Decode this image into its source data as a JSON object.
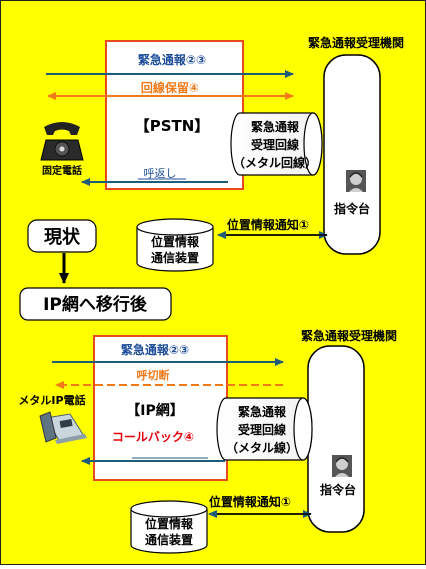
{
  "top": {
    "agency_title": "緊急通報受理機関",
    "emergency_call": "緊急通報②③",
    "line_hold": "回線保留④",
    "network_label": "【PSTN】",
    "callback": "呼返し",
    "trunk_line1": "緊急通報",
    "trunk_line2": "受理回線",
    "trunk_line3": "（メタル回線）",
    "phone_label": "固定電話",
    "command_label": "指令台",
    "location_notify": "位置情報通知①",
    "location_device_line1": "位置情報",
    "location_device_line2": "通信装置"
  },
  "transition": {
    "current": "現状",
    "after": "IP網へ移行後"
  },
  "bottom": {
    "agency_title": "緊急通報受理機関",
    "emergency_call": "緊急通報②③",
    "call_disconnect": "呼切断",
    "network_label": "【IP網】",
    "callback": "コールバック④",
    "trunk_line1": "緊急通報",
    "trunk_line2": "受理回線",
    "trunk_line3": "（メタル線）",
    "phone_label": "メタルIP電話",
    "command_label": "指令台",
    "location_notify": "位置情報通知①",
    "location_device_line1": "位置情報",
    "location_device_line2": "通信装置"
  },
  "colors": {
    "background": "#FFFF00",
    "network_border": "#E8491D",
    "arrow_teal": "#1F5C7A",
    "arrow_orange": "#F07A1A",
    "text_blue": "#1F4E9A",
    "text_orange": "#F07A1A",
    "text_red": "#E8000B"
  }
}
